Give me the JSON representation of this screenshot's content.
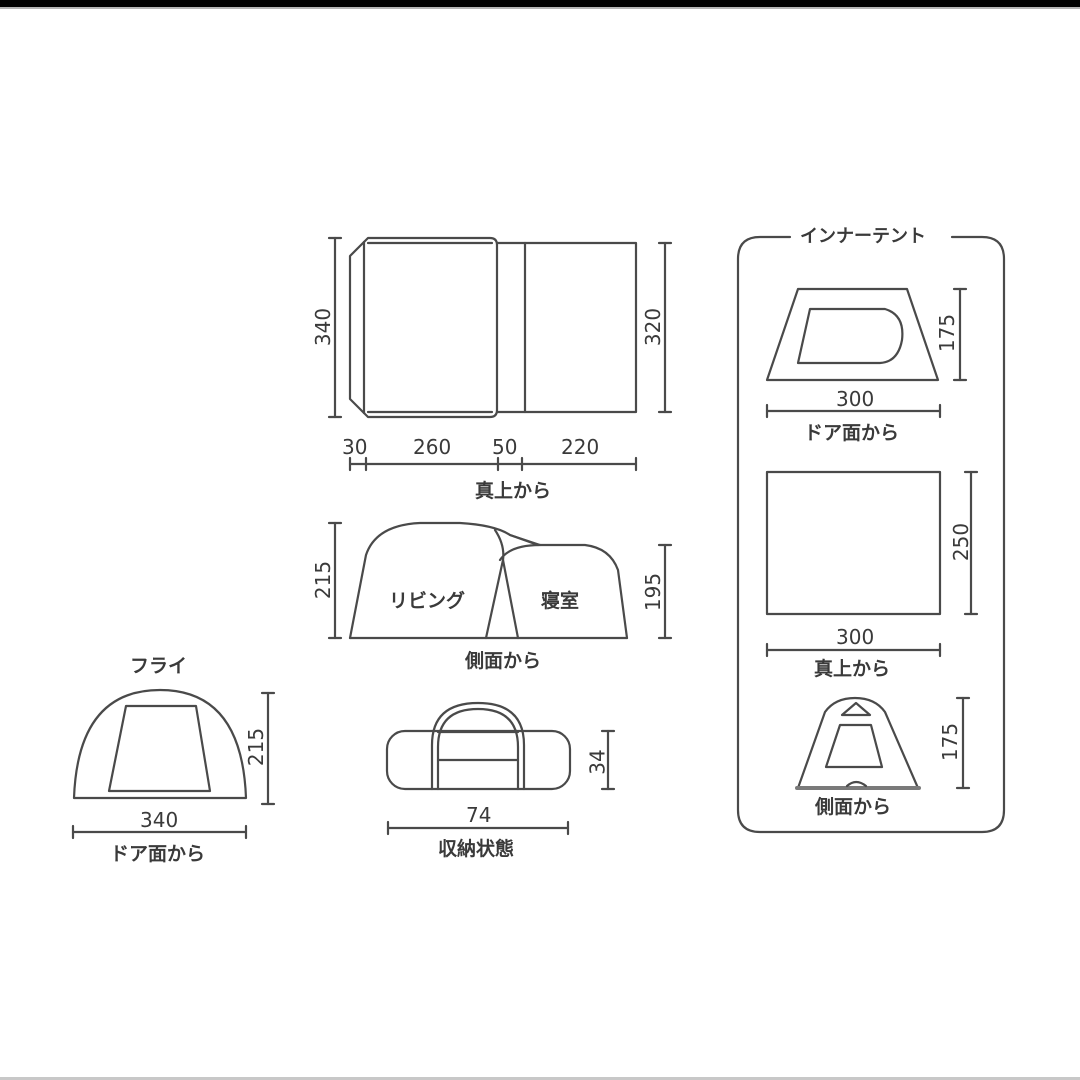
{
  "colors": {
    "line": "#4a4a4a",
    "text": "#3a3a3a",
    "background": "#ffffff",
    "top_band": "#000000"
  },
  "top_view": {
    "caption": "真上から",
    "height_left": "340",
    "height_right": "320",
    "widths": [
      "30",
      "260",
      "50",
      "220"
    ]
  },
  "side_view": {
    "caption": "側面から",
    "height_left": "215",
    "height_right": "195",
    "room_living": "リビング",
    "room_bedroom": "寝室"
  },
  "fly": {
    "title": "フライ",
    "caption": "ドア面から",
    "width": "340",
    "height": "215"
  },
  "storage": {
    "caption": "収納状態",
    "width": "74",
    "height": "34"
  },
  "inner_tent": {
    "title": "インナーテント",
    "door_view": {
      "caption": "ドア面から",
      "width": "300",
      "height": "175"
    },
    "top_view": {
      "caption": "真上から",
      "width": "300",
      "height": "250"
    },
    "side_view": {
      "caption": "側面から",
      "height": "175"
    }
  }
}
